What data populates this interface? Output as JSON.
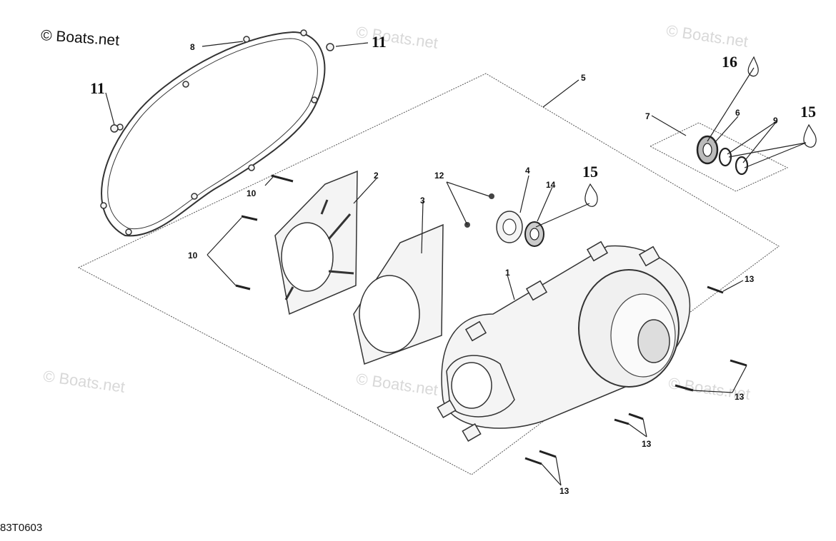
{
  "copyright": "© Boats.net",
  "watermark": "© Boats.net",
  "diagram_code": "83T0603",
  "callouts": {
    "c1": "1",
    "c2": "2",
    "c3": "3",
    "c4": "4",
    "c5": "5",
    "c6": "6",
    "c7": "7",
    "c8": "8",
    "c9": "9",
    "c10a": "10",
    "c10b": "10",
    "c11a": "11",
    "c11b": "11",
    "c12": "12",
    "c13a": "13",
    "c13b": "13",
    "c13c": "13",
    "c13d": "13",
    "c14": "14",
    "c15a": "15",
    "c15b": "15",
    "c16": "16"
  }
}
